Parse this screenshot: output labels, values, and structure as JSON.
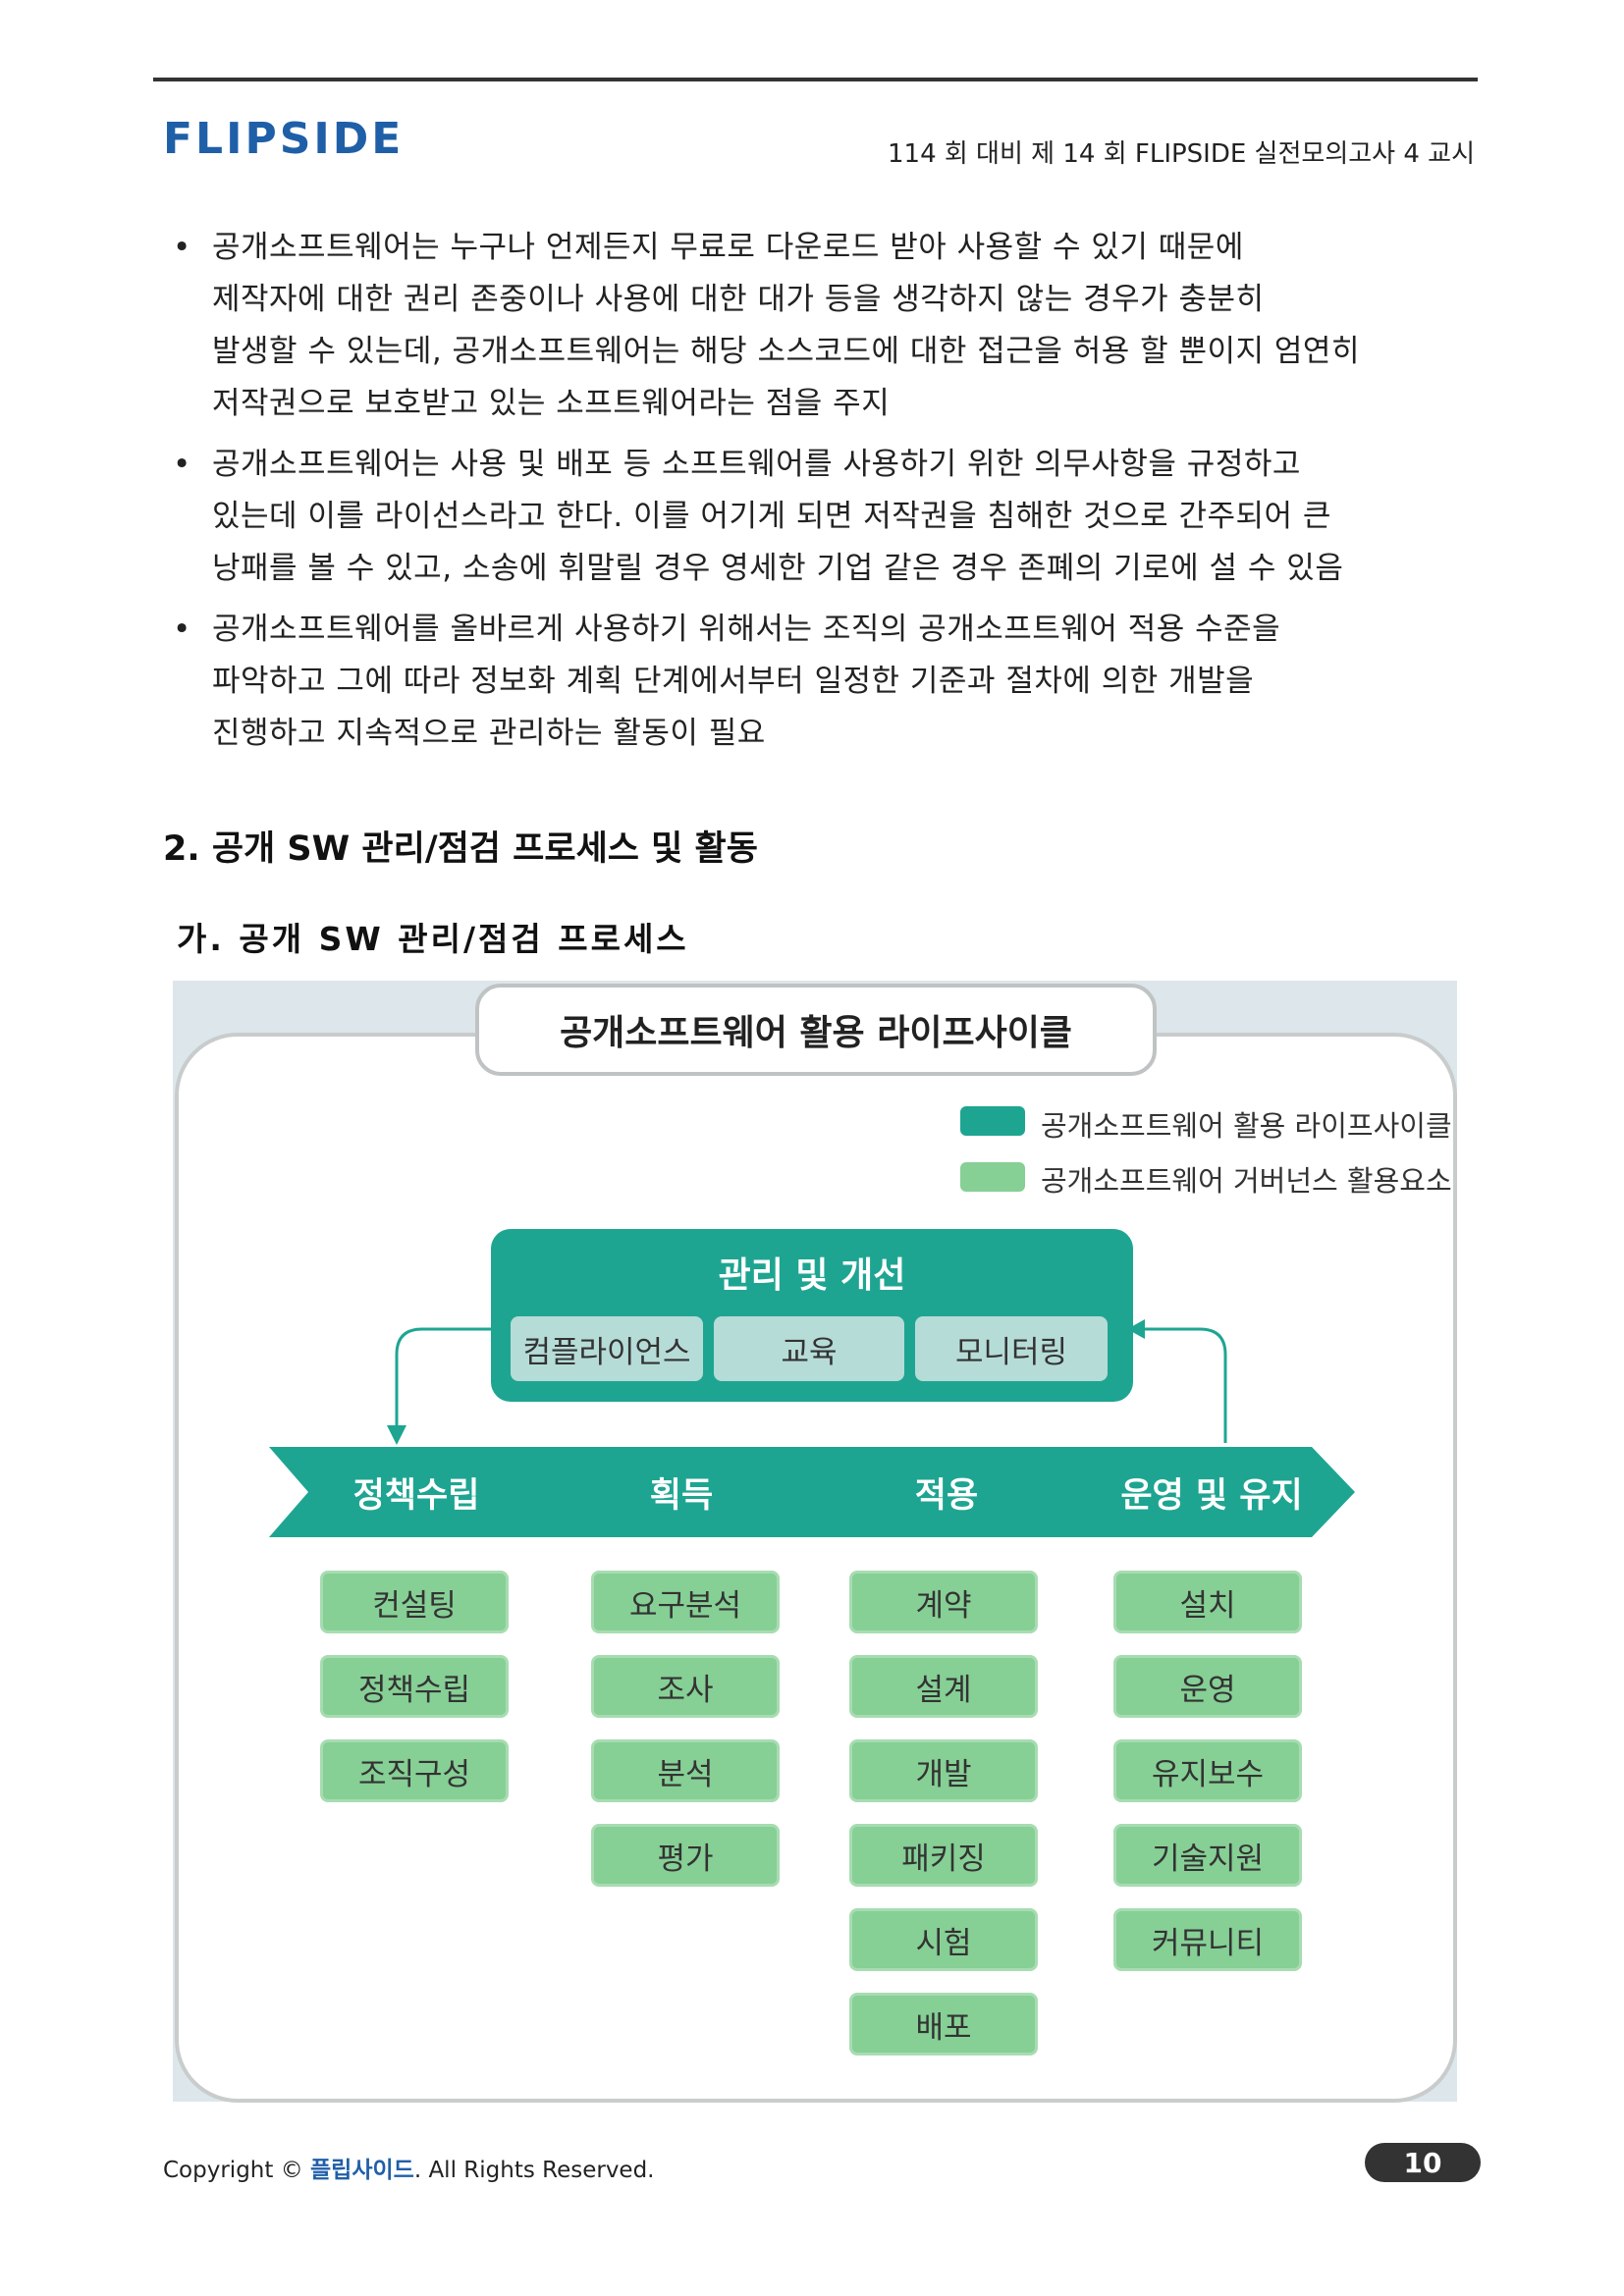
{
  "header": {
    "logo_text": "FLIPSIDE",
    "title": "114 회 대비 제 14 회 FLIPSIDE 실전모의고사 4 교시"
  },
  "bullets": [
    {
      "lines": [
        "공개소프트웨어는 누구나 언제든지 무료로 다운로드 받아 사용할 수 있기 때문에",
        "제작자에 대한 권리 존중이나 사용에 대한 대가 등을 생각하지 않는 경우가 충분히",
        "발생할 수 있는데, 공개소프트웨어는 해당 소스코드에 대한 접근을 허용 할 뿐이지 엄연히",
        "저작권으로 보호받고 있는 소프트웨어라는 점을 주지"
      ]
    },
    {
      "lines": [
        "공개소프트웨어는 사용 및 배포 등 소프트웨어를 사용하기 위한 의무사항을 규정하고",
        "있는데 이를 라이선스라고 한다. 이를 어기게 되면 저작권을 침해한 것으로 간주되어 큰",
        "낭패를 볼 수 있고, 소송에 휘말릴 경우 영세한 기업 같은 경우 존폐의 기로에 설 수 있음"
      ]
    },
    {
      "lines": [
        "공개소프트웨어를 올바르게 사용하기 위해서는 조직의 공개소프트웨어 적용 수준을",
        "파악하고 그에 따라 정보화 계획 단계에서부터 일정한 기준과 절차에 의한 개발을",
        "진행하고 지속적으로 관리하는 활동이 필요"
      ]
    }
  ],
  "section": {
    "h2": "2. 공개 SW 관리/점검 프로세스 및 활동",
    "h3": "가. 공개 SW 관리/점검 프로세스"
  },
  "figure": {
    "title": "공개소프트웨어 활용 라이프사이클",
    "legend": [
      {
        "label": "공개소프트웨어 활용 라이프사이클",
        "color": "#1ea592"
      },
      {
        "label": "공개소프트웨어 거버넌스 활용요소",
        "color": "#86cf95"
      }
    ],
    "management": {
      "title": "관리 및 개선",
      "chips": [
        "컴플라이언스",
        "교육",
        "모니터링"
      ]
    },
    "stages": [
      {
        "name": "정책수립",
        "items": [
          "컨설팅",
          "정책수립",
          "조직구성"
        ]
      },
      {
        "name": "획득",
        "items": [
          "요구분석",
          "조사",
          "분석",
          "평가"
        ]
      },
      {
        "name": "적용",
        "items": [
          "계약",
          "설계",
          "개발",
          "패키징",
          "시험",
          "배포"
        ]
      },
      {
        "name": "운영 및 유지",
        "items": [
          "설치",
          "운영",
          "유지보수",
          "기술지원",
          "커뮤니티"
        ]
      }
    ],
    "colors": {
      "stage": "#1ea592",
      "item": "#86cf95",
      "chip": "#b6dcd8"
    }
  },
  "footer": {
    "copyright_prefix": "Copyright ©",
    "brand": "플립사이드",
    "copyright_suffix": ". All Rights Reserved.",
    "page_number": "10"
  }
}
